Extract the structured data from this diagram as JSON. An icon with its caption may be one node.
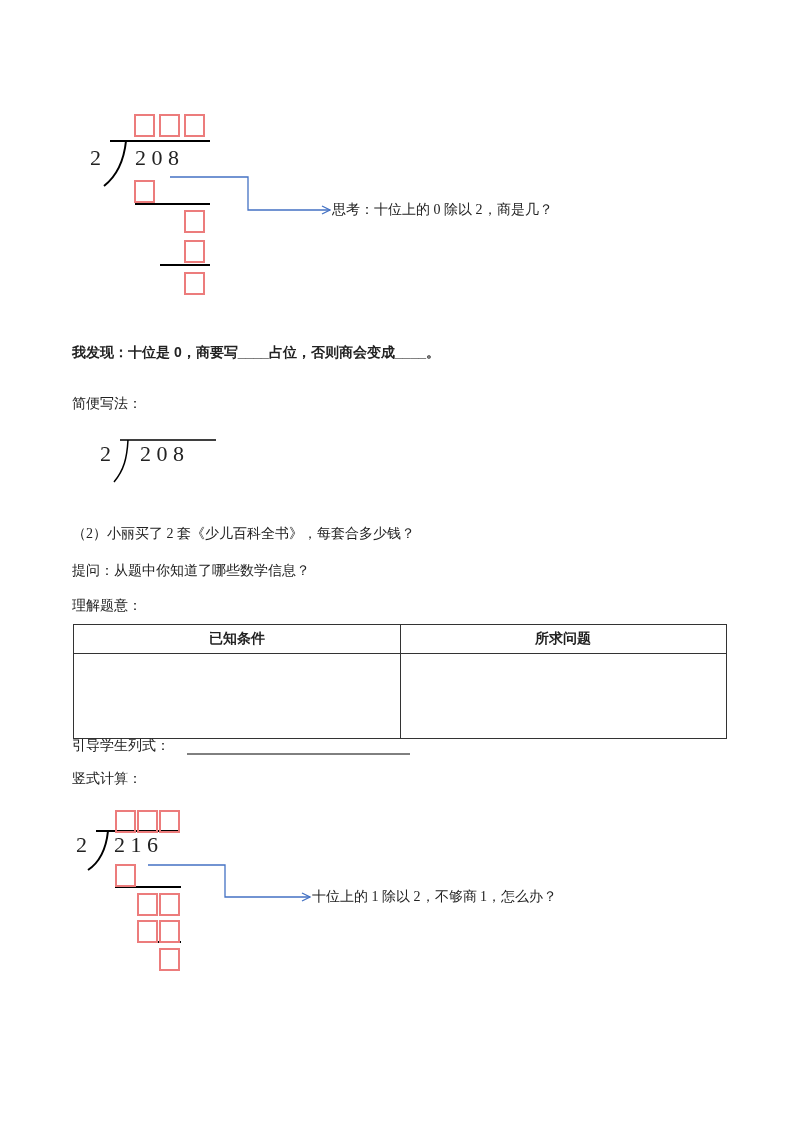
{
  "diagram": {
    "nodes": [
      {
        "text": [
          "思考：十位上的 0 除以 2，商是几？"
        ]
      },
      {
        "text": [
          "十位上的 1 除以 2，不够商 1，怎么办？"
        ]
      }
    ],
    "edges": [
      {
        "from": null,
        "to": 0,
        "arrow": "to"
      },
      {
        "from": null,
        "to": 1,
        "arrow": "to"
      }
    ],
    "labels": [
      "2",
      "2 0 8",
      "我发现：十位是 0，商要写____占位，否则商会变成____。",
      "简便写法：",
      "2",
      "2 0 8",
      "（2）小丽买了 2 套《少儿百科全书》，每套合多少钱？",
      "提问：从题中你知道了哪些数学信息？",
      "理解题意：",
      "已知条件",
      "所求问题",
      "引导学生列式：",
      "竖式计算：",
      "2",
      "2 1 6"
    ]
  }
}
